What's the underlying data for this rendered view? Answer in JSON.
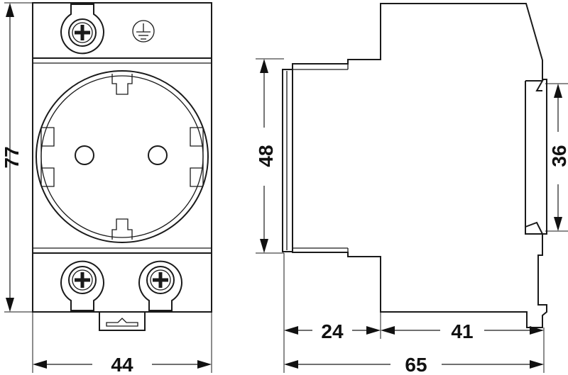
{
  "dimensions": {
    "front_height": "77",
    "front_width": "44",
    "side_height": "48",
    "side_rail": "36",
    "side_front_depth": "24",
    "side_rear_depth": "41",
    "side_total_depth": "65"
  },
  "icons": {
    "earth": "earth-ground-icon",
    "screw": "terminal-screw-icon"
  },
  "colors": {
    "line": "#1a1a1a",
    "background": "#ffffff"
  }
}
